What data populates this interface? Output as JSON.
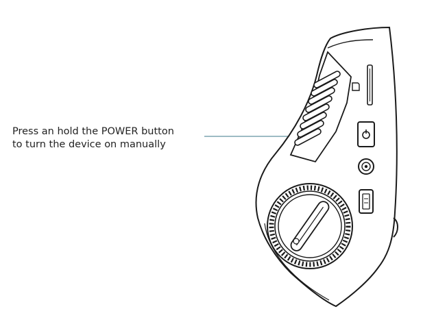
{
  "callout": {
    "line1": "Press an hold the POWER button",
    "line2": "to turn the device on manually"
  },
  "colors": {
    "leader_line": "#9dbbc4",
    "outline": "#1a1a1a",
    "text": "#222222"
  },
  "icons": {
    "power_button": "power-icon",
    "sd_card": "sd-card-icon",
    "usb_port": "usb-port-icon",
    "mount_dial": "rotating-mount-dial"
  }
}
